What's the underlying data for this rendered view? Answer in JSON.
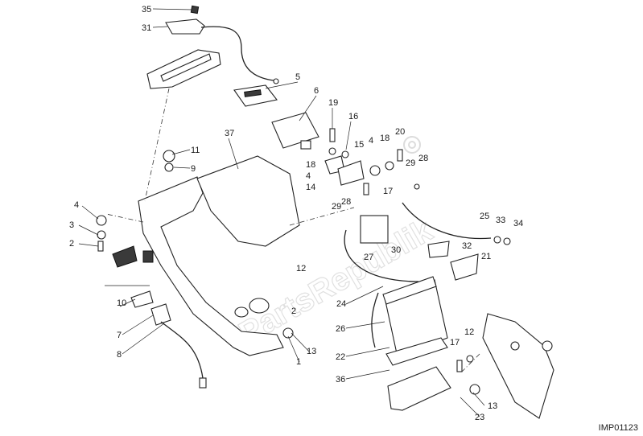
{
  "diagram": {
    "callouts": [
      "35",
      "31",
      "5",
      "6",
      "19",
      "16",
      "15",
      "37",
      "11",
      "9",
      "4",
      "18",
      "4",
      "14",
      "18",
      "20",
      "29",
      "28",
      "17",
      "4",
      "3",
      "2",
      "28",
      "29",
      "25",
      "33",
      "34",
      "32",
      "30",
      "27",
      "21",
      "12",
      "2",
      "24",
      "10",
      "7",
      "26",
      "8",
      "1",
      "13",
      "22",
      "12",
      "17",
      "36",
      "13",
      "23"
    ],
    "watermark": "PartsRepublik",
    "code": "IMP01123",
    "accent_color": "#222222"
  }
}
